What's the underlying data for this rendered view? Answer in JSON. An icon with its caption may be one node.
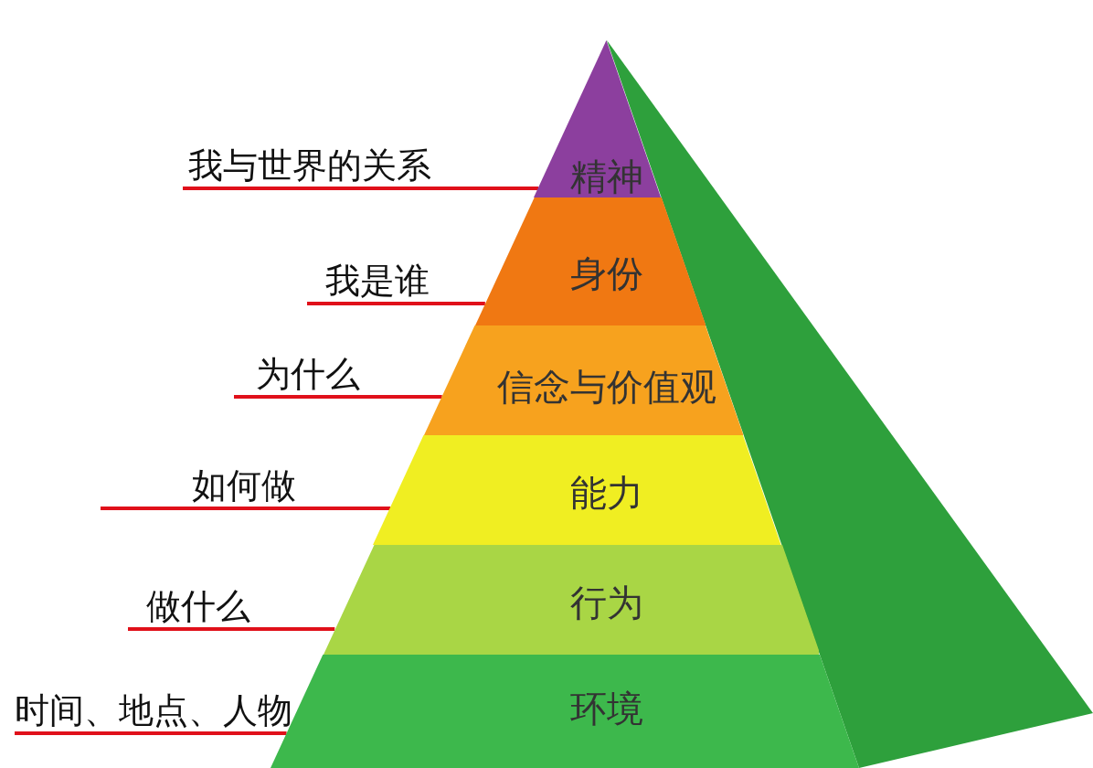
{
  "diagram": {
    "nodes": [
      {
        "text": [
          "精神"
        ]
      },
      {
        "text": [
          "身份"
        ]
      },
      {
        "text": [
          "信念与价值观"
        ]
      },
      {
        "text": [
          "能力"
        ]
      },
      {
        "text": [
          "行为"
        ]
      },
      {
        "text": [
          "环境"
        ]
      },
      {
        "text": [
          "我与世界的关系"
        ]
      },
      {
        "text": [
          "我是谁"
        ]
      },
      {
        "text": [
          "为什么"
        ]
      },
      {
        "text": [
          "如何做"
        ]
      },
      {
        "text": [
          "做什么"
        ]
      },
      {
        "text": [
          "时间、地点、人物"
        ]
      }
    ],
    "edges": [
      {
        "from": 6,
        "to": 0,
        "arrow": "none",
        "color": "#e0101a"
      },
      {
        "from": 7,
        "to": 1,
        "arrow": "none",
        "color": "#e0101a"
      },
      {
        "from": 8,
        "to": 2,
        "arrow": "none",
        "color": "#e0101a"
      },
      {
        "from": 9,
        "to": 3,
        "arrow": "none",
        "color": "#e0101a"
      },
      {
        "from": 10,
        "to": 4,
        "arrow": "none",
        "color": "#e0101a"
      },
      {
        "from": 11,
        "to": 5,
        "arrow": "none",
        "color": "#e0101a"
      }
    ]
  }
}
